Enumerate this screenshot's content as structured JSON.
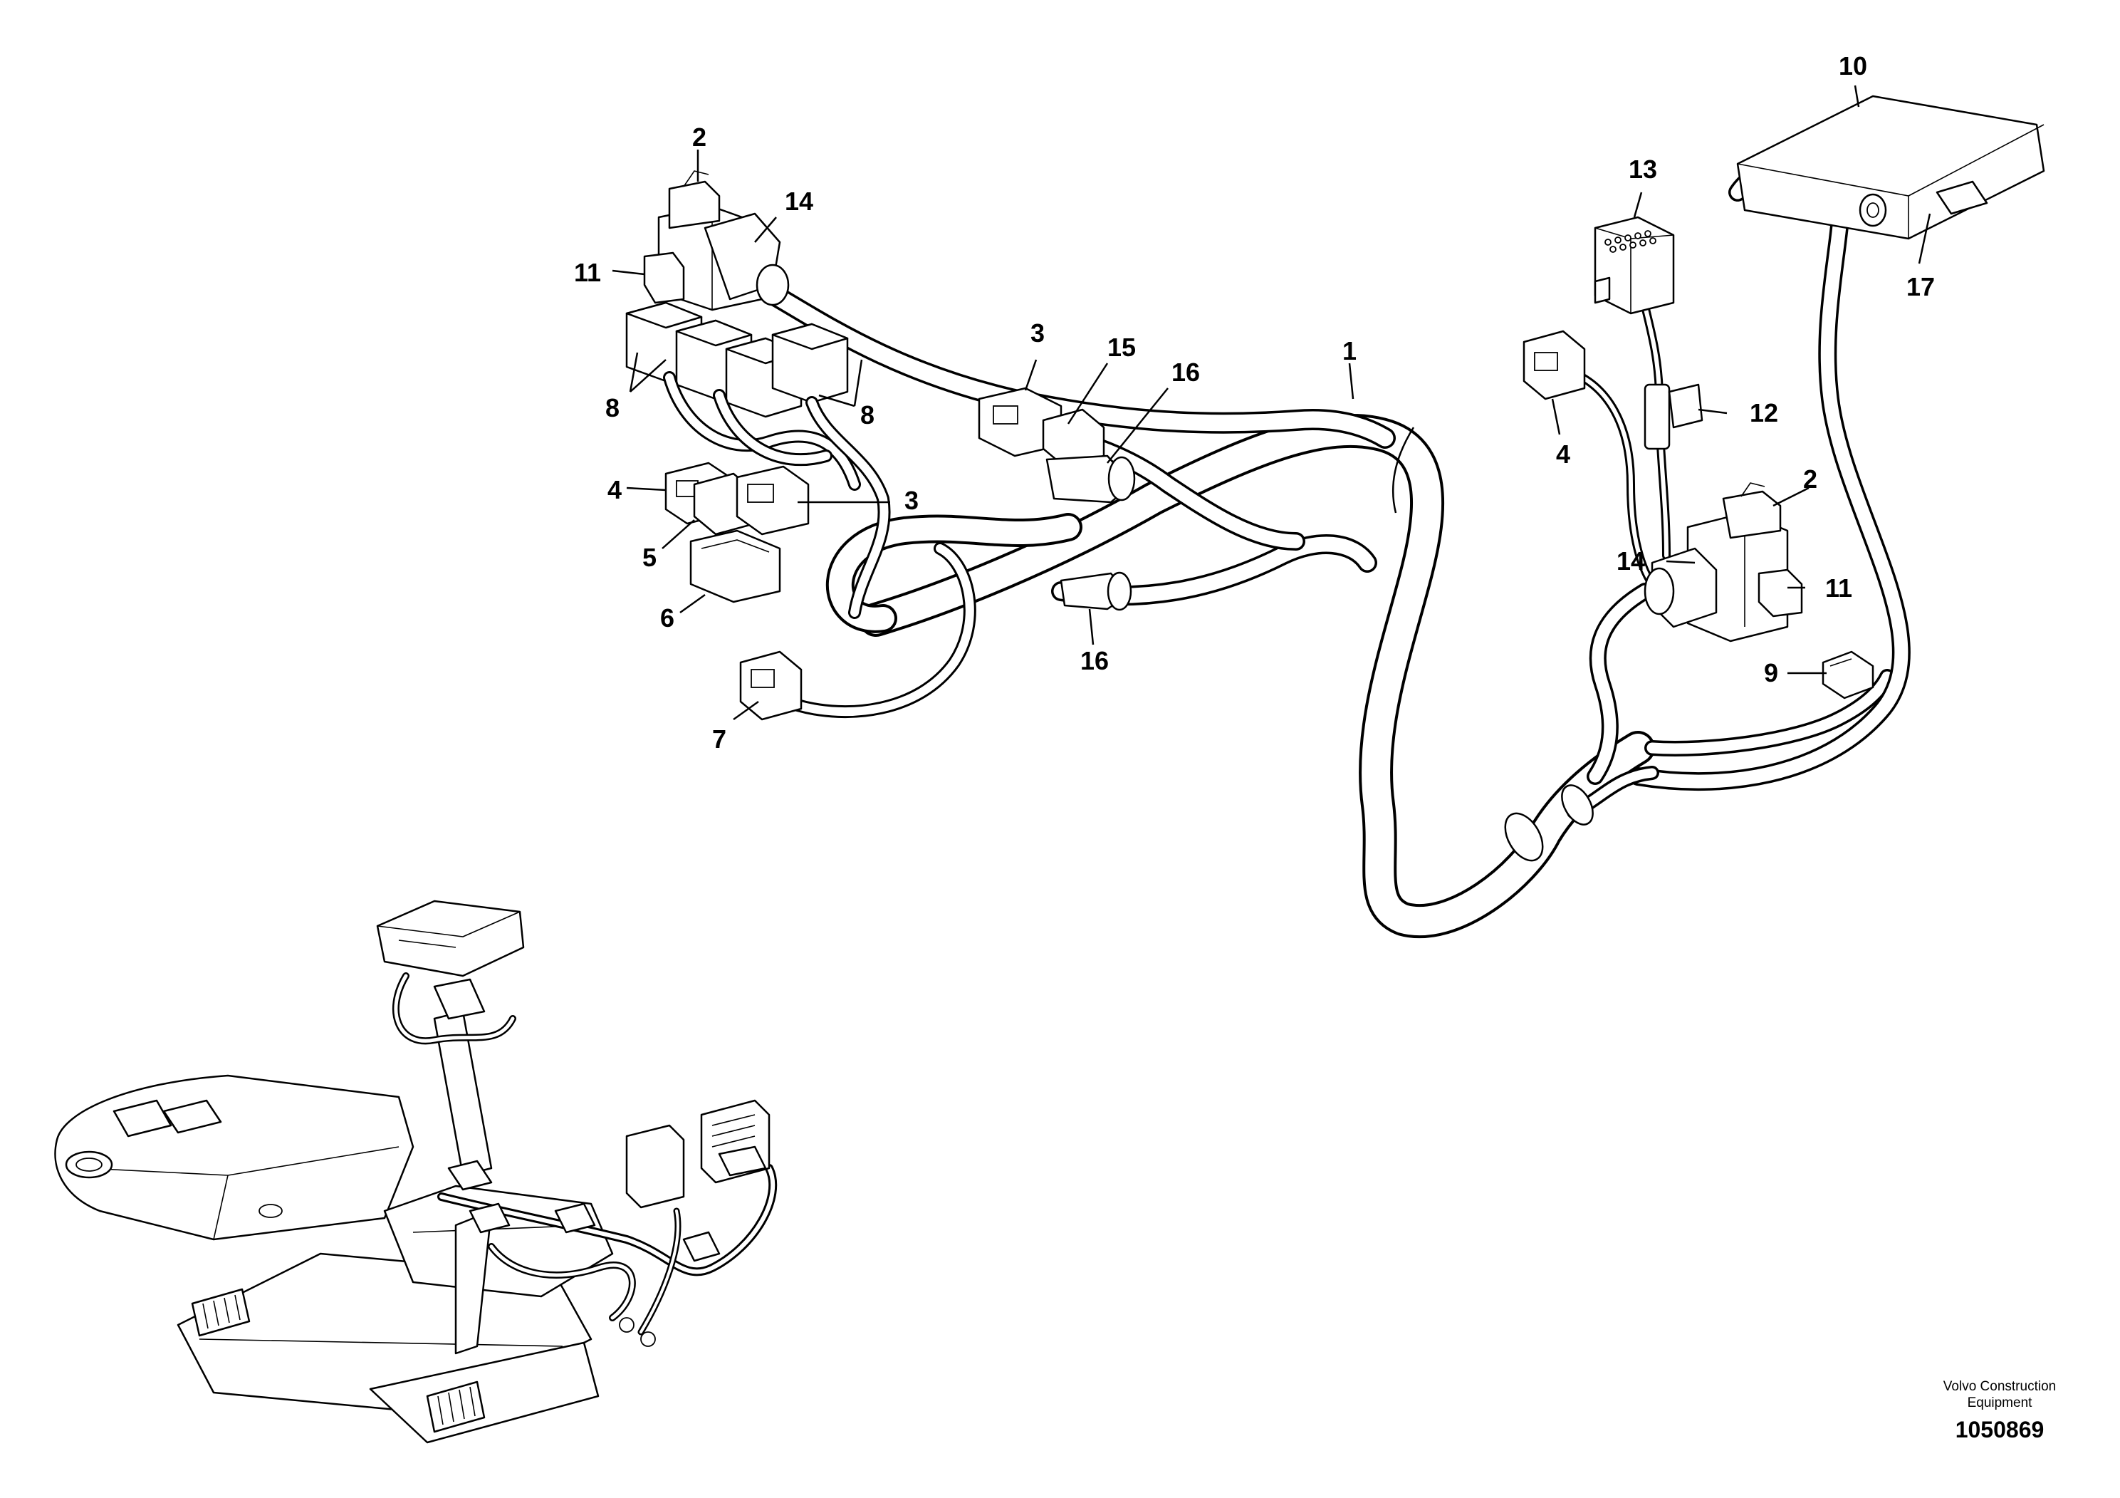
{
  "title": "",
  "callouts": {
    "c1": "1",
    "c2a": "2",
    "c2b": "2",
    "c3a": "3",
    "c3b": "3",
    "c4a": "4",
    "c4b": "4",
    "c5": "5",
    "c6": "6",
    "c7": "7",
    "c8a": "8",
    "c8b": "8",
    "c9": "9",
    "c10": "10",
    "c11a": "11",
    "c11b": "11",
    "c12": "12",
    "c13": "13",
    "c14a": "14",
    "c14b": "14",
    "c15": "15",
    "c16a": "16",
    "c16b": "16",
    "c17": "17"
  },
  "credit": {
    "line1": "Volvo Construction",
    "line2": "Equipment",
    "reference": "1050869"
  }
}
